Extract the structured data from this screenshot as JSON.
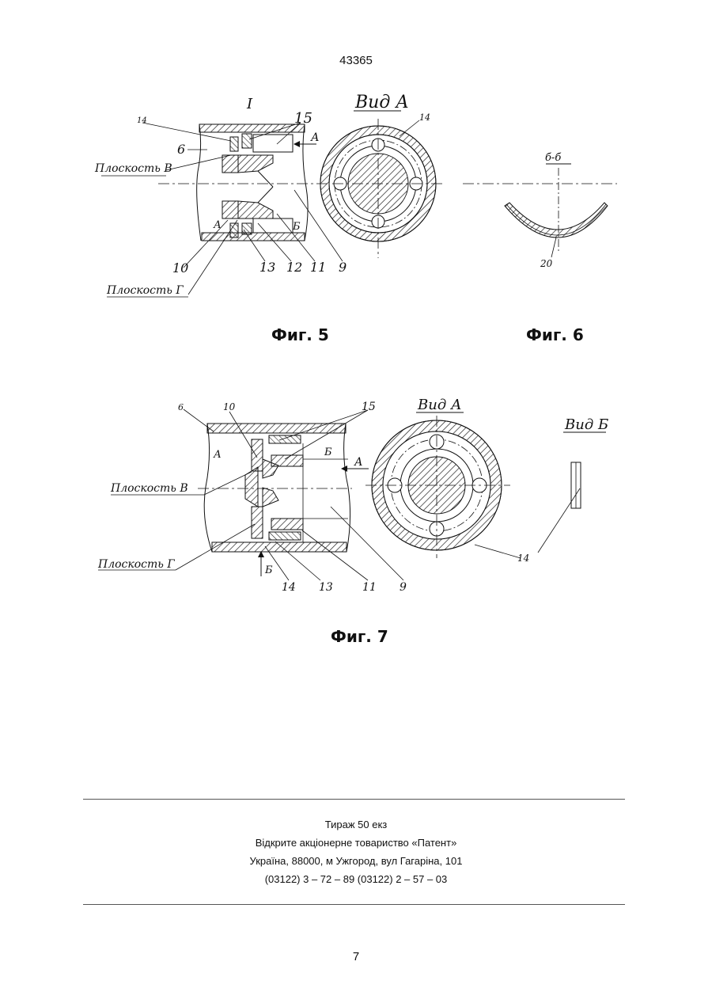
{
  "header": {
    "doc_number": "43365"
  },
  "fig5": {
    "caption": "Фиг. 5",
    "detail_label": "I",
    "view_label": "Вид А",
    "plane_v": "Плоскость В",
    "plane_g": "Плоскость Г",
    "arrow_label": "А",
    "cavity_a": "А",
    "cavity_b": "Б",
    "refs": {
      "r14a": "14",
      "r15": "15",
      "r14b": "14",
      "r6": "6",
      "r10": "10",
      "r13": "13",
      "r12": "12",
      "r11": "11",
      "r9": "9"
    }
  },
  "fig6": {
    "caption": "Фиг. 6",
    "section_label": "б-б",
    "refs": {
      "r20": "20"
    }
  },
  "fig7": {
    "caption": "Фиг. 7",
    "view_a": "Вид А",
    "view_b": "Вид Б",
    "plane_v": "Плоскость В",
    "plane_g": "Плоскость Г",
    "arrow_label": "А",
    "cavity_a": "А",
    "cavity_b": "Б",
    "arrow_b": "Б",
    "refs": {
      "r6": "6",
      "r10": "10",
      "r15": "15",
      "r14": "14",
      "r13": "13",
      "r11": "11",
      "r9": "9",
      "r14v": "14"
    }
  },
  "footer": {
    "line1": "Тираж 50 екз",
    "line2": "Відкрите акціонерне товариство «Патент»",
    "line3": "Україна, 88000, м  Ужгород, вул  Гагаріна, 101",
    "line4": "(03122) 3 – 72 – 89   (03122) 2 – 57 – 03"
  },
  "page": {
    "number": "7"
  }
}
